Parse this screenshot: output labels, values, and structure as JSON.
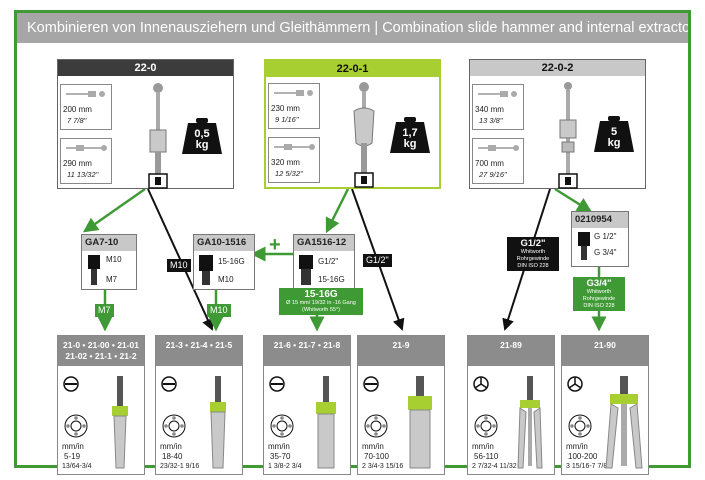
{
  "header": {
    "title": "Kombinieren von Innenausziehern und Gleithämmern | Combination slide hammer and internal extractors"
  },
  "panels": [
    {
      "id": "22-0",
      "len1_mm": "200 mm",
      "len1_in": "7 7/8\"",
      "len2_mm": "290 mm",
      "len2_in": "11 13/32\"",
      "weight_num": "0,5",
      "weight_unit": "kg"
    },
    {
      "id": "22-0-1",
      "len1_mm": "230 mm",
      "len1_in": "9 1/16\"",
      "len2_mm": "320 mm",
      "len2_in": "12 5/32\"",
      "weight_num": "1,7",
      "weight_unit": "kg"
    },
    {
      "id": "22-0-2",
      "len1_mm": "340 mm",
      "len1_in": "13 3/8\"",
      "len2_mm": "700 mm",
      "len2_in": "27 9/16\"",
      "weight_num": "5",
      "weight_unit": "kg"
    }
  ],
  "adapters": [
    {
      "id": "GA7-10",
      "top": "M10",
      "bottom": "M7"
    },
    {
      "id": "GA10-1516",
      "top": "15-16G",
      "bottom": "M10"
    },
    {
      "id": "GA1516-12",
      "top": "G1/2\"",
      "bottom": "15-16G"
    },
    {
      "id": "0210954",
      "top": "G 1/2\"",
      "bottom": "G 3/4\""
    }
  ],
  "tags": {
    "m10": "M10",
    "m7": "M7",
    "m10_green": "M10",
    "g12_line": "G1/2\"",
    "plus": "+",
    "g15_title": "15-16G",
    "g15_sub": "Ø 15 mm/ 19/32 in -16 Gang",
    "g15_sub2": "(Whitworth 55°)",
    "g12_title": "G1/2\"",
    "g12_l1": "Whitworth",
    "g12_l2": "Rohrgewinde",
    "g12_l3": "DIN ISO 228",
    "g34_title": "G3/4\"",
    "g34_l1": "Whitworth",
    "g34_l2": "Rohrgewinde",
    "g34_l3": "DIN ISO 228"
  },
  "products": [
    {
      "head1": "21-0 • 21-00 • 21-01",
      "head2": "21-02 • 21-1 • 21-2",
      "unit": "mm/in",
      "range": "5-19",
      "range_in": "13/64-3/4"
    },
    {
      "head1": "21-3 • 21-4 • 21-5",
      "head2": "",
      "unit": "mm/in",
      "range": "18-40",
      "range_in": "23/32-1 9/16"
    },
    {
      "head1": "21-6 • 21-7 • 21-8",
      "head2": "",
      "unit": "mm/in",
      "range": "35-70",
      "range_in": "1 3/8-2 3/4"
    },
    {
      "head1": "21-9",
      "head2": "",
      "unit": "mm/in",
      "range": "70-100",
      "range_in": "2 3/4-3 15/16"
    },
    {
      "head1": "21-89",
      "head2": "",
      "unit": "mm/in",
      "range": "56-110",
      "range_in": "2 7/32-4 11/32"
    },
    {
      "head1": "21-90",
      "head2": "",
      "unit": "mm/in",
      "range": "100-200",
      "range_in": "3 15/16-7 7/8"
    }
  ],
  "colors": {
    "green": "#3f9a35",
    "lime": "#a7cf32",
    "gray": "#a6a6a6",
    "dark": "#3c3c3c"
  }
}
